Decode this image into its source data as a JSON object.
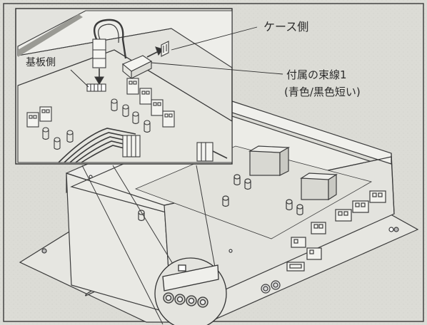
{
  "labels": {
    "case_side": "ケース側",
    "board_side": "基板側",
    "harness_line1": "付属の束線1",
    "harness_line2": "(青色/黒色短い)"
  }
}
